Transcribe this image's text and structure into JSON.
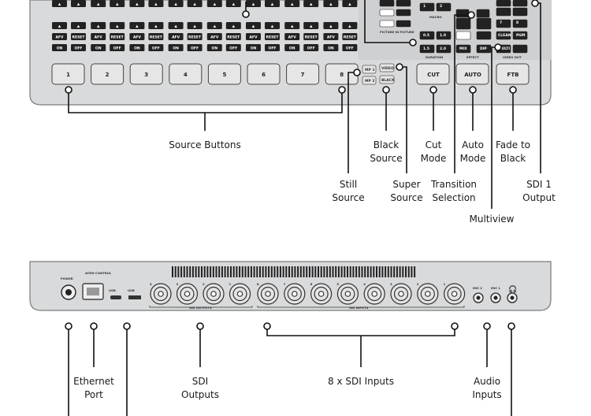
{
  "source_buttons": [
    "1",
    "2",
    "3",
    "4",
    "5",
    "6",
    "7",
    "8"
  ],
  "small_key_labels": {
    "row1": "▲",
    "row2": [
      "AFV",
      "RESET"
    ],
    "row3": [
      "ON",
      "OFF"
    ]
  },
  "side_buttons": {
    "mp1": "MP 1",
    "mp2": "MP 2",
    "video": "VIDEO",
    "black": "BLACK",
    "cut": "CUT",
    "auto": "AUTO",
    "ftb": "FTB"
  },
  "right_panel": {
    "macro": "MACRO",
    "picture_in_picture": "PICTURE IN PICTURE",
    "duration": "DURATION",
    "effect": "EFFECT",
    "video_out": "VIDEO OUT",
    "duration_keys": [
      "0.5",
      "1.0",
      "1.5",
      "2.0"
    ],
    "effect_keys": [
      "MIX",
      "DIP"
    ],
    "out_keys": [
      "CLEAN",
      "PGM",
      "MULTI"
    ],
    "num_keys": [
      "1",
      "2",
      "7",
      "8"
    ]
  },
  "rear_panel": {
    "power": "POWER",
    "atem_control": "ATEM CONTROL",
    "usb_c": "USB",
    "usb_a": "USB",
    "sdi_outputs": "SDI OUTPUTS",
    "sdi_inputs": "SDI INPUTS",
    "mic2": "MIC 2",
    "mic1": "MIC 1",
    "out_numbers": [
      "4",
      "3",
      "2",
      "1"
    ],
    "in_numbers": [
      "8",
      "7",
      "6",
      "5",
      "4",
      "3",
      "2",
      "1"
    ]
  },
  "callouts": {
    "source_buttons": "Source Buttons",
    "black_source": [
      "Black",
      "Source"
    ],
    "cut_mode": [
      "Cut",
      "Mode"
    ],
    "auto_mode": [
      "Auto",
      "Mode"
    ],
    "fade_to_black": [
      "Fade to",
      "Black"
    ],
    "still_source": [
      "Still",
      "Source"
    ],
    "super_source": [
      "Super",
      "Source"
    ],
    "transition_selection": [
      "Transition",
      "Selection"
    ],
    "sdi1_output": [
      "SDI 1",
      "Output"
    ],
    "multiview": "Multiview",
    "ethernet_port": [
      "Ethernet",
      "Port"
    ],
    "sdi_outputs": [
      "SDI",
      "Outputs"
    ],
    "sdi_inputs": "8 x SDI Inputs",
    "audio_inputs": [
      "Audio",
      "Inputs"
    ]
  }
}
